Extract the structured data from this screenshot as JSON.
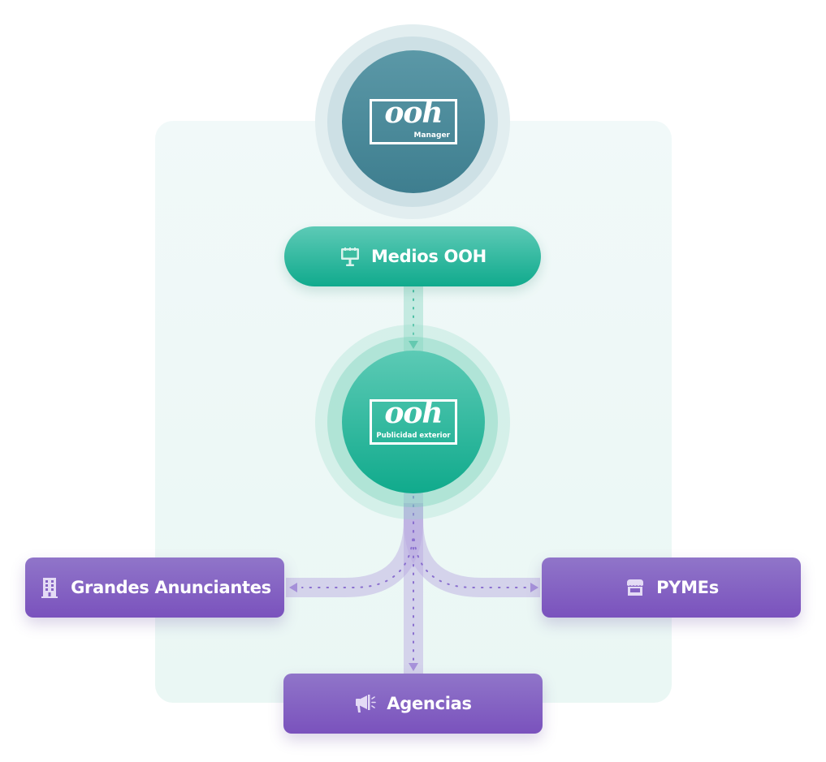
{
  "colors": {
    "teal_accent": "#10aa8d",
    "manager_blue": "#3e7e8f",
    "purple_accent": "#7a52bd",
    "panel_bg": "#eef8f6"
  },
  "nodes": {
    "manager": {
      "logo_word": "ooh",
      "logo_subtitle": "Manager",
      "icon": "ooh-manager-logo"
    },
    "medios": {
      "label": "Medios OOH",
      "icon": "billboard-icon"
    },
    "publicidad": {
      "logo_word": "ooh",
      "logo_subtitle": "Publicidad exterior",
      "icon": "ooh-publicidad-logo"
    },
    "grandes": {
      "label": "Grandes Anunciantes",
      "icon": "building-icon"
    },
    "pymes": {
      "label": "PYMEs",
      "icon": "storefront-icon"
    },
    "agencias": {
      "label": "Agencias",
      "icon": "megaphone-icon"
    }
  },
  "edges": [
    {
      "from": "Medios OOH",
      "to": "Publicidad exterior"
    },
    {
      "from": "Publicidad exterior",
      "to": "Grandes Anunciantes"
    },
    {
      "from": "Publicidad exterior",
      "to": "PYMEs"
    },
    {
      "from": "Publicidad exterior",
      "to": "Agencias"
    }
  ]
}
